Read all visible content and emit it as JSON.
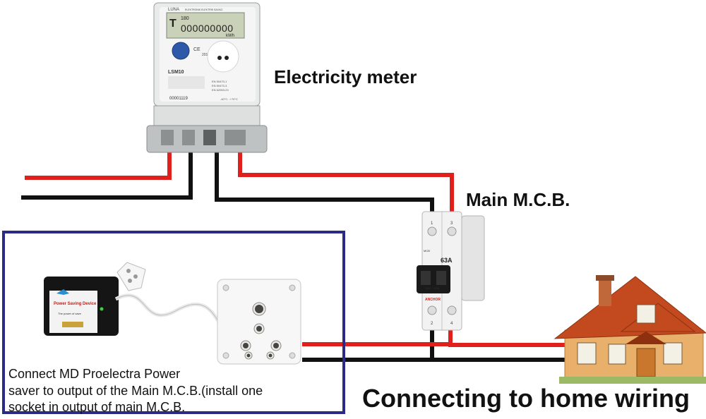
{
  "labels": {
    "meter": "Electricity meter",
    "mcb": "Main M.C.B.",
    "home": "Connecting to home wiring"
  },
  "note": {
    "lines": [
      "Connect MD Proelectra Power",
      "saver to output of the Main M.C.B.(install one",
      "socket in output of main M.C.B."
    ]
  },
  "meter": {
    "brand": "LUNA",
    "brand_sub": "ELEKTRONIK ELEKTRIK SAYACI",
    "display": "000000000",
    "display_small": "180",
    "unit": "kWh",
    "model": "LSM10",
    "year": "2014",
    "serial": "00001119",
    "standards": [
      "EN 50470-1",
      "EN 50470-3",
      "EN 62053-23"
    ],
    "temp": "-40°C...+70°C"
  },
  "mcb": {
    "rating": "63A",
    "brand": "ANCHOR",
    "voltage": "240V ~ 50Hz",
    "terminals_top": [
      "1",
      "3"
    ],
    "terminals_bottom": [
      "2",
      "4"
    ]
  },
  "device": {
    "title": "Power Saving Device",
    "tagline": "The power of save"
  },
  "colors": {
    "live_wire": "#e0201c",
    "neutral_wire": "#111111",
    "box_border": "#2b2b86"
  }
}
